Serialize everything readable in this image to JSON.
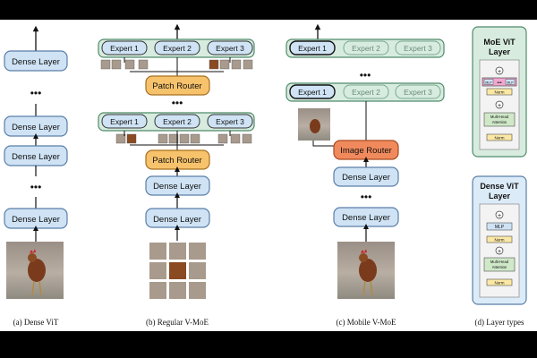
{
  "labels": {
    "dense_layer": "Dense Layer",
    "expert_1": "Expert 1",
    "expert_2": "Expert 2",
    "expert_3": "Expert 3",
    "patch_router": "Patch Router",
    "image_router": "Image Router",
    "ellipsis": "•••"
  },
  "layer_types": {
    "moe_title_line1": "MoE ViT",
    "moe_title_line2": "Layer",
    "dense_title_line1": "Dense ViT",
    "dense_title_line2": "Layer",
    "norm": "Norm",
    "mlp": "MLP",
    "mha_line1": "Multi-Head",
    "mha_line2": "Attention",
    "plus": "+"
  },
  "captions": {
    "a": "(a) Dense ViT",
    "b": "(b) Regular V-MoE",
    "c": "(c) Mobile V-MoE",
    "d": "(d) Layer types"
  },
  "colors": {
    "dense": "#cfe3f5",
    "dense_border": "#5a7fa8",
    "expert_panel": "#d7ecdf",
    "expert_panel_border": "#4f8a6b",
    "expert_box": "#cfe3f5",
    "router": "#f6c26b",
    "image_router": "#f08a5d",
    "norm": "#fbe8a6",
    "mlp": "#cfe3f5",
    "mha": "#cfe8c8",
    "moe_panel": "#d7ecdf",
    "dense_panel": "#dcebf8"
  }
}
